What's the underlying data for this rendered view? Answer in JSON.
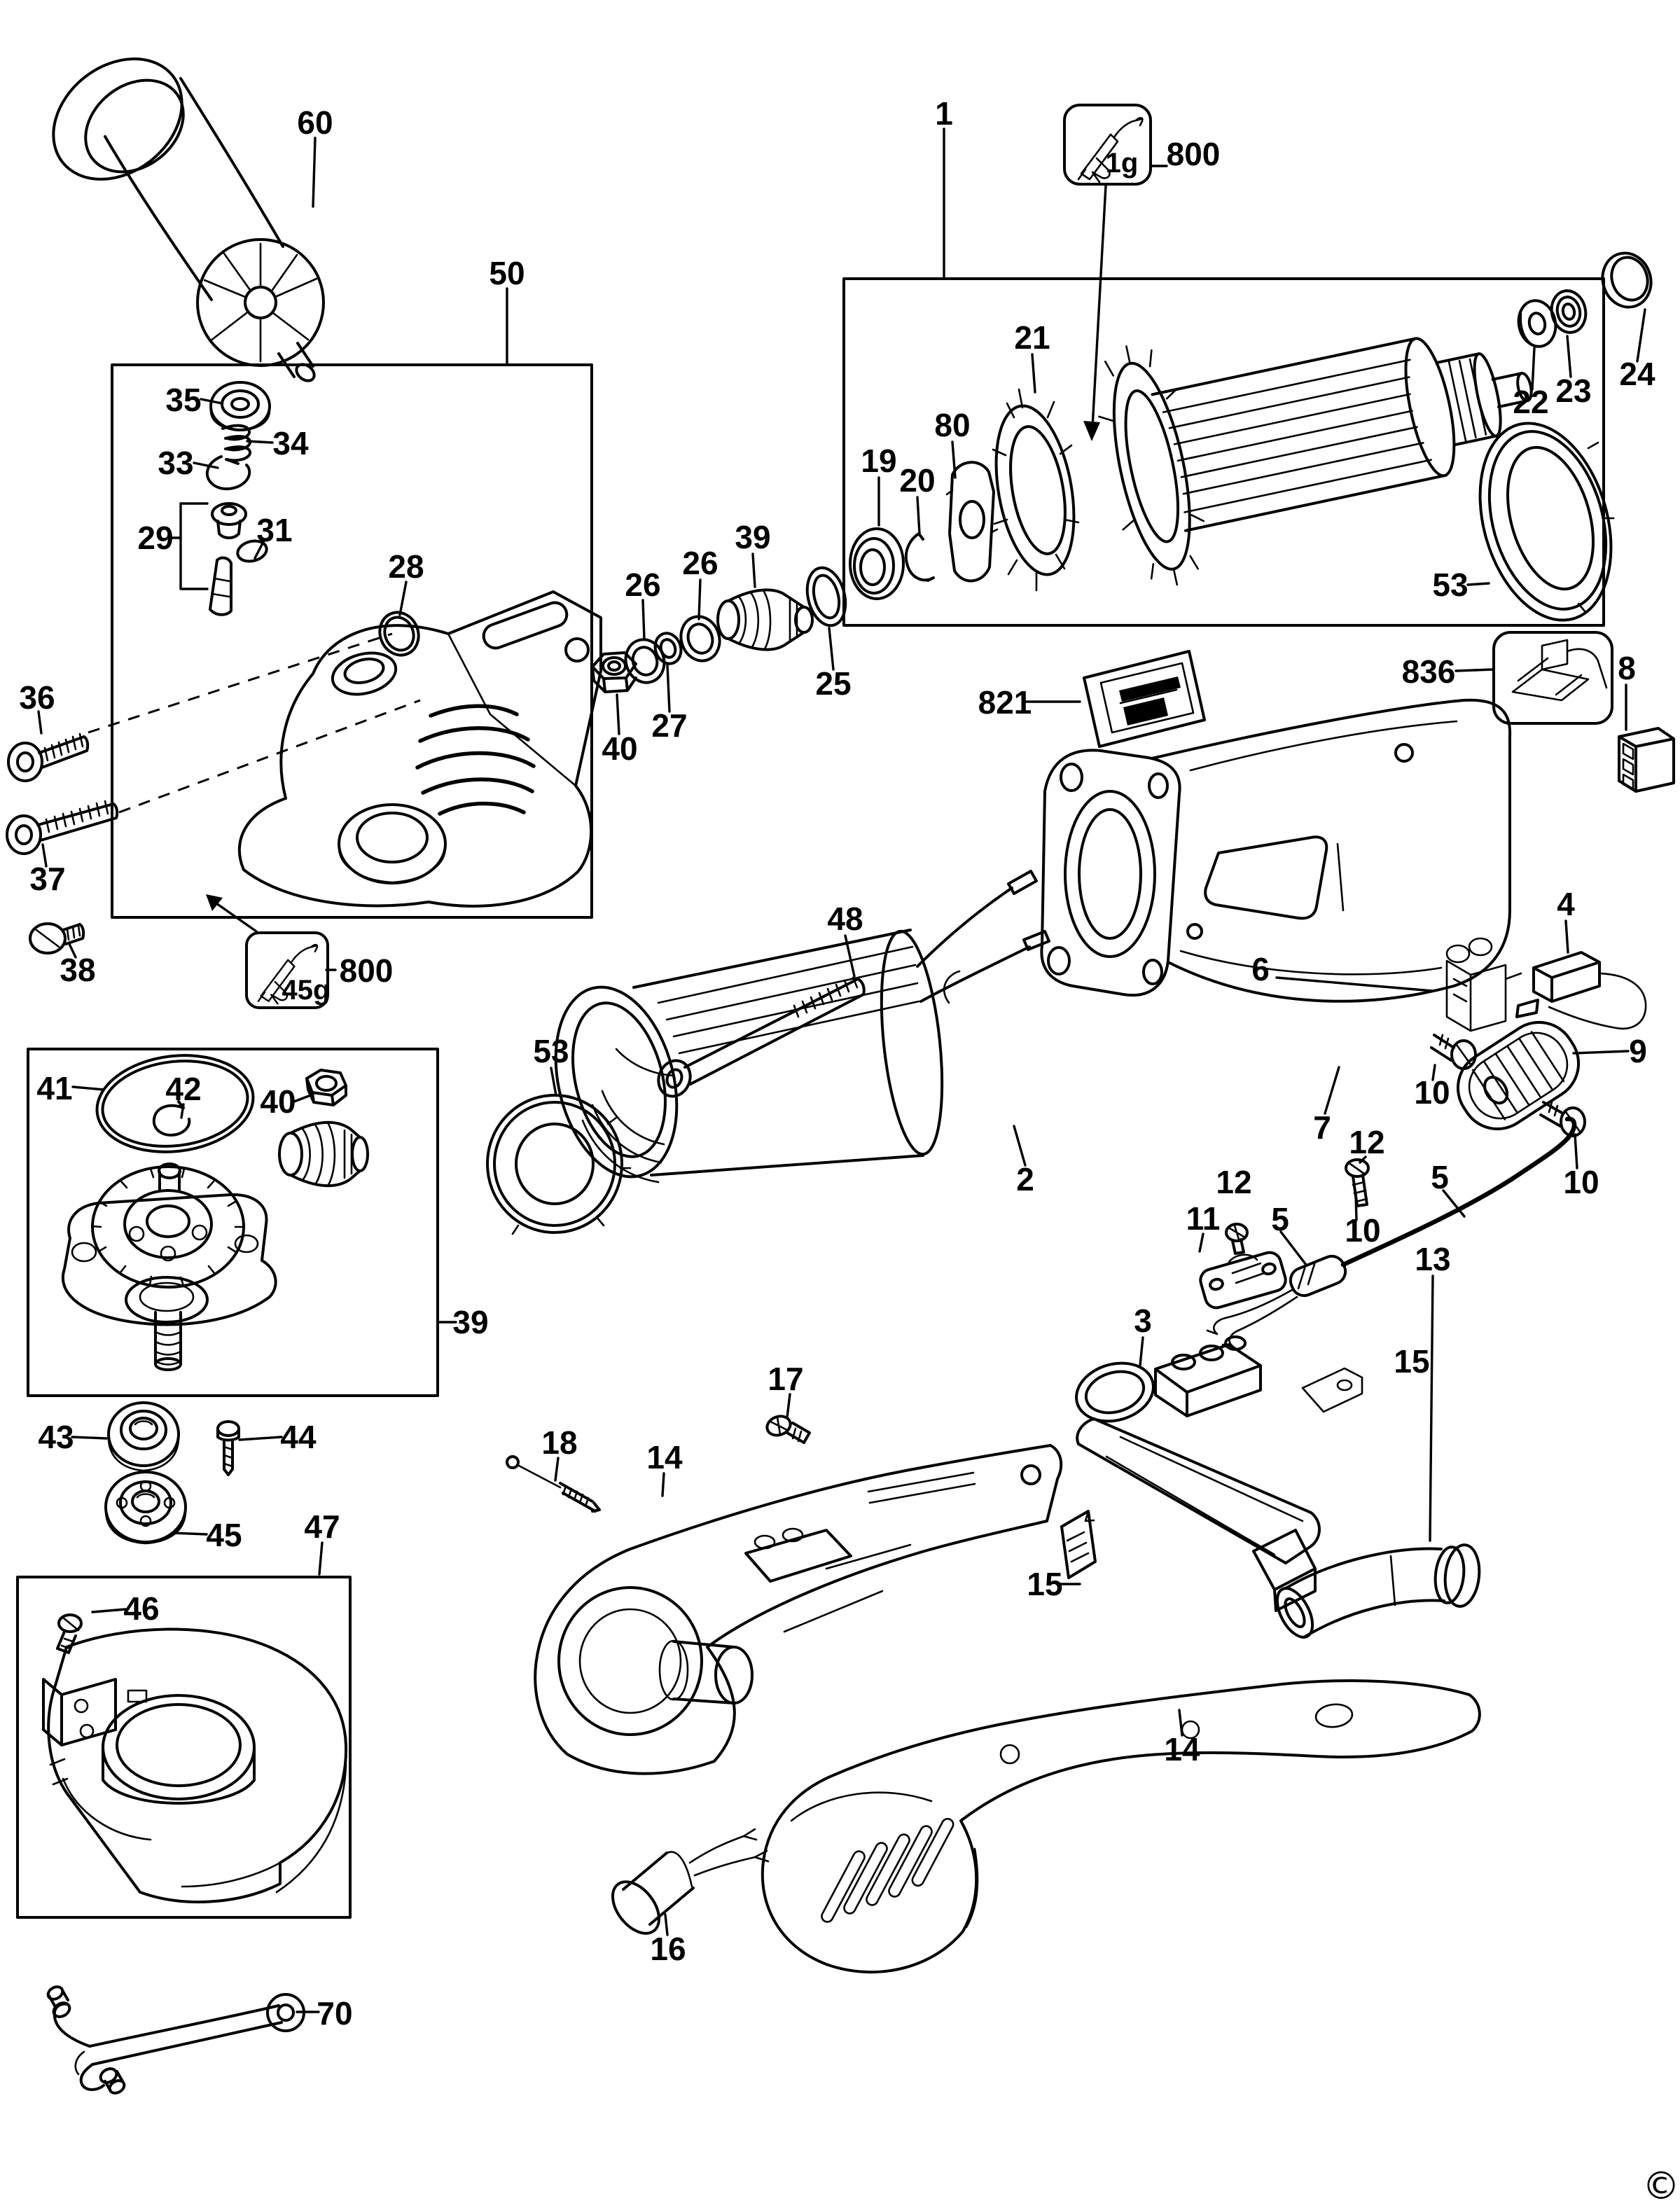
{
  "diagram": {
    "type": "exploded-parts-diagram",
    "ink_color": "#000000",
    "background_color": "#ffffff",
    "copyright_mark": "©",
    "callouts": {
      "c60": "60",
      "c50": "50",
      "c1": "1",
      "c800a": "800",
      "c800b": "800",
      "c1g": "1g",
      "c45g": "45g",
      "c21": "21",
      "c80": "80",
      "c19": "19",
      "c20": "20",
      "c22": "22",
      "c23": "23",
      "c24": "24",
      "c53a": "53",
      "c53b": "53",
      "c836": "836",
      "c8": "8",
      "c821": "821",
      "c35": "35",
      "c34": "34",
      "c33": "33",
      "c29": "29",
      "c31": "31",
      "c28": "28",
      "c36": "36",
      "c37": "37",
      "c38": "38",
      "c26a": "26",
      "c26b": "26",
      "c40a": "40",
      "c40b": "40",
      "c27": "27",
      "c39a": "39",
      "c39b": "39",
      "c25": "25",
      "c48": "48",
      "c2": "2",
      "c7": "7",
      "c6": "6",
      "c4": "4",
      "c9": "9",
      "c10a": "10",
      "c10b": "10",
      "c10c": "10",
      "c5a": "5",
      "c5b": "5",
      "c11": "11",
      "c12a": "12",
      "c12b": "12",
      "c3": "3",
      "c13": "13",
      "c15a": "15",
      "c15b": "15",
      "c16": "16",
      "c17": "17",
      "c18": "18",
      "c14a": "14",
      "c14b": "14",
      "c41": "41",
      "c42": "42",
      "c43": "43",
      "c44": "44",
      "c45": "45",
      "c46": "46",
      "c47": "47",
      "c70": "70"
    }
  }
}
